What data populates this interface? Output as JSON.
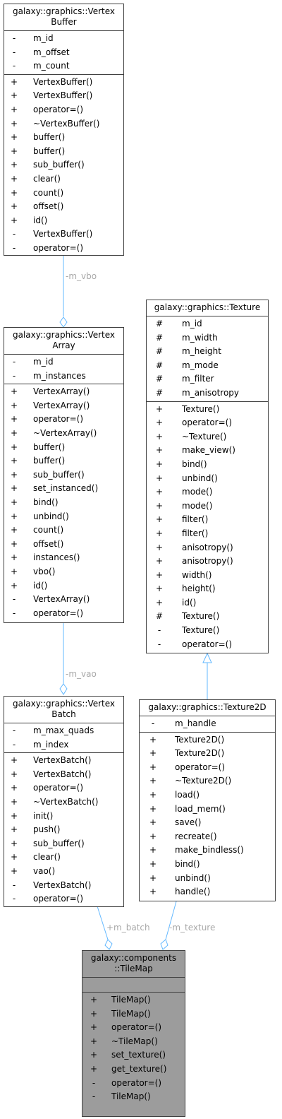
{
  "classes": {
    "vertexbuffer": {
      "title_lines": [
        "galaxy::graphics::Vertex",
        "Buffer"
      ],
      "attributes": [
        [
          "-",
          "m_id"
        ],
        [
          "-",
          "m_offset"
        ],
        [
          "-",
          "m_count"
        ]
      ],
      "operations": [
        [
          "+",
          "VertexBuffer()"
        ],
        [
          "+",
          "VertexBuffer()"
        ],
        [
          "+",
          "operator=()"
        ],
        [
          "+",
          "~VertexBuffer()"
        ],
        [
          "+",
          "buffer()"
        ],
        [
          "+",
          "buffer()"
        ],
        [
          "+",
          "sub_buffer()"
        ],
        [
          "+",
          "clear()"
        ],
        [
          "+",
          "count()"
        ],
        [
          "+",
          "offset()"
        ],
        [
          "+",
          "id()"
        ],
        [
          "-",
          "VertexBuffer()"
        ],
        [
          "-",
          "operator=()"
        ]
      ]
    },
    "vertexarray": {
      "title_lines": [
        "galaxy::graphics::Vertex",
        "Array"
      ],
      "attributes": [
        [
          "-",
          "m_id"
        ],
        [
          "-",
          "m_instances"
        ]
      ],
      "operations": [
        [
          "+",
          "VertexArray()"
        ],
        [
          "+",
          "VertexArray()"
        ],
        [
          "+",
          "operator=()"
        ],
        [
          "+",
          "~VertexArray()"
        ],
        [
          "+",
          "buffer()"
        ],
        [
          "+",
          "buffer()"
        ],
        [
          "+",
          "sub_buffer()"
        ],
        [
          "+",
          "set_instanced()"
        ],
        [
          "+",
          "bind()"
        ],
        [
          "+",
          "unbind()"
        ],
        [
          "+",
          "count()"
        ],
        [
          "+",
          "offset()"
        ],
        [
          "+",
          "instances()"
        ],
        [
          "+",
          "vbo()"
        ],
        [
          "+",
          "id()"
        ],
        [
          "-",
          "VertexArray()"
        ],
        [
          "-",
          "operator=()"
        ]
      ]
    },
    "vertexbatch": {
      "title_lines": [
        "galaxy::graphics::Vertex",
        "Batch"
      ],
      "attributes": [
        [
          "-",
          "m_max_quads"
        ],
        [
          "-",
          "m_index"
        ]
      ],
      "operations": [
        [
          "+",
          "VertexBatch()"
        ],
        [
          "+",
          "VertexBatch()"
        ],
        [
          "+",
          "operator=()"
        ],
        [
          "+",
          "~VertexBatch()"
        ],
        [
          "+",
          "init()"
        ],
        [
          "+",
          "push()"
        ],
        [
          "+",
          "sub_buffer()"
        ],
        [
          "+",
          "clear()"
        ],
        [
          "+",
          "vao()"
        ],
        [
          "-",
          "VertexBatch()"
        ],
        [
          "-",
          "operator=()"
        ]
      ]
    },
    "texture": {
      "title_lines": [
        "galaxy::graphics::Texture"
      ],
      "attributes": [
        [
          "#",
          "m_id"
        ],
        [
          "#",
          "m_width"
        ],
        [
          "#",
          "m_height"
        ],
        [
          "#",
          "m_mode"
        ],
        [
          "#",
          "m_filter"
        ],
        [
          "#",
          "m_anisotropy"
        ]
      ],
      "operations": [
        [
          "+",
          "Texture()"
        ],
        [
          "+",
          "operator=()"
        ],
        [
          "+",
          "~Texture()"
        ],
        [
          "+",
          "make_view()"
        ],
        [
          "+",
          "bind()"
        ],
        [
          "+",
          "unbind()"
        ],
        [
          "+",
          "mode()"
        ],
        [
          "+",
          "mode()"
        ],
        [
          "+",
          "filter()"
        ],
        [
          "+",
          "filter()"
        ],
        [
          "+",
          "anisotropy()"
        ],
        [
          "+",
          "anisotropy()"
        ],
        [
          "+",
          "width()"
        ],
        [
          "+",
          "height()"
        ],
        [
          "+",
          "id()"
        ],
        [
          "#",
          "Texture()"
        ],
        [
          "-",
          "Texture()"
        ],
        [
          "-",
          "operator=()"
        ]
      ]
    },
    "texture2d": {
      "title_lines": [
        "galaxy::graphics::Texture2D"
      ],
      "attributes": [
        [
          "-",
          "m_handle"
        ]
      ],
      "operations": [
        [
          "+",
          "Texture2D()"
        ],
        [
          "+",
          "Texture2D()"
        ],
        [
          "+",
          "operator=()"
        ],
        [
          "+",
          "~Texture2D()"
        ],
        [
          "+",
          "load()"
        ],
        [
          "+",
          "load_mem()"
        ],
        [
          "+",
          "save()"
        ],
        [
          "+",
          "recreate()"
        ],
        [
          "+",
          "make_bindless()"
        ],
        [
          "+",
          "bind()"
        ],
        [
          "+",
          "unbind()"
        ],
        [
          "+",
          "handle()"
        ]
      ]
    },
    "tilemap": {
      "title_lines": [
        "galaxy::components",
        "::TileMap"
      ],
      "attributes": [],
      "operations": [
        [
          "+",
          "TileMap()"
        ],
        [
          "+",
          "TileMap()"
        ],
        [
          "+",
          "operator=()"
        ],
        [
          "+",
          "~TileMap()"
        ],
        [
          "+",
          "set_texture()"
        ],
        [
          "+",
          "get_texture()"
        ],
        [
          "-",
          "operator=()"
        ],
        [
          "-",
          "TileMap()"
        ]
      ]
    }
  },
  "edges": {
    "m_vbo": "-m_vbo",
    "m_vao": "-m_vao",
    "m_batch": "+m_batch",
    "m_texture": "-m_texture"
  },
  "colors": {
    "edge": "#63b8ff",
    "edge_label": "#a8a8a8",
    "border": "#404040",
    "main_fill": "#9c9c9c"
  }
}
